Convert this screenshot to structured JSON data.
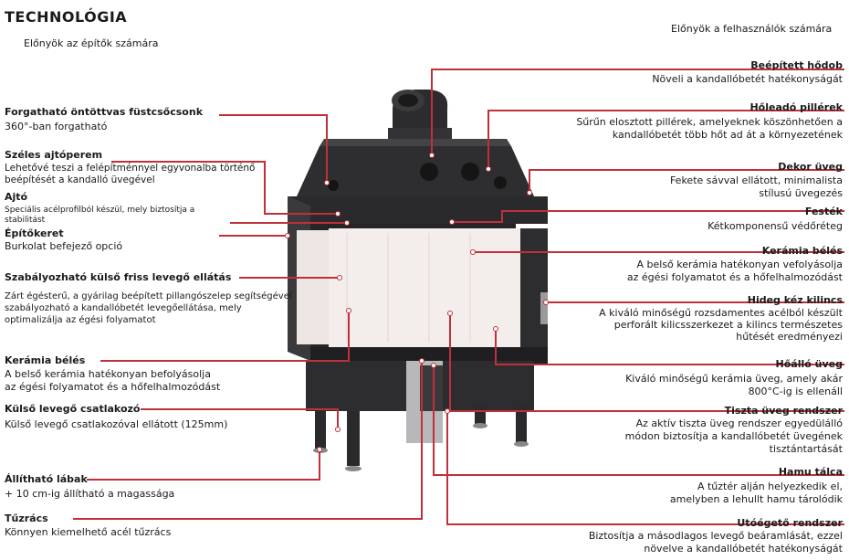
{
  "header": {
    "title": "TECHNOLÓGIA",
    "builders": "Előnyök az építők számára",
    "users": "Előnyök a felhasználók számára"
  },
  "left": [
    {
      "title": "Forgatható öntöttvas füstcsőcsonk",
      "desc": [
        "360°-ban forgatható"
      ]
    },
    {
      "title": "Széles ajtóperem",
      "desc": [
        "Lehetővé teszi a felépítménnyel egyvonalba történő",
        "beépítését a kandalló üvegével"
      ]
    },
    {
      "title": "Ajtó",
      "desc": [
        "Speciális acélprofilból készül, mely biztosítja a",
        "stabilitást"
      ]
    },
    {
      "title": "Építőkeret",
      "desc": [
        "Burkolat befejező opció"
      ]
    },
    {
      "title": "Szabályozható külső friss levegő ellátás",
      "desc": [
        "Zárt égésterű, a gyárilag beépített pillangószelep segítségével",
        "szabályozható a kandallóbetét levegőellátása, mely",
        "optimalizálja az égési folyamatot"
      ]
    },
    {
      "title": "Kerámia bélés",
      "desc": [
        "A belső kerámia hatékonyan befolyásolja",
        "az égési folyamatot és a hőfelhalmozódást"
      ]
    },
    {
      "title": "Külső levegő csatlakozó",
      "desc": [
        "Külső levegő csatlakozóval ellátott (125mm)"
      ]
    },
    {
      "title": "Állítható lábak",
      "desc": [
        "+ 10 cm-ig állítható a magassága"
      ]
    },
    {
      "title": "Tűzrács",
      "desc": [
        "Könnyen kiemelhető acél tűzrács"
      ]
    }
  ],
  "right": [
    {
      "title": "Beépített hődob",
      "desc": [
        "Növeli a kandallóbetét hatékonyságát"
      ]
    },
    {
      "title": "Hőleadó pillérek",
      "desc": [
        "Sűrűn elosztott pillérek, amelyeknek köszönhetően a",
        "kandallóbetét több hőt ad át a környezetének"
      ]
    },
    {
      "title": "Dekor üveg",
      "desc": [
        "Fekete sávval ellátott, minimalista",
        "stílusú üvegezés"
      ]
    },
    {
      "title": "Festék",
      "desc": [
        "Kétkomponensű védőréteg"
      ]
    },
    {
      "title": "Kerámia bélés",
      "desc": [
        "A belső kerámia hatékonyan vefolyásolja",
        "az égési folyamatot és a hőfelhalmozódást"
      ]
    },
    {
      "title": "Hideg kéz kilincs",
      "desc": [
        "A kiváló minőségű rozsdamentes acélból készült",
        "perforált kilicsszerkezet a kilincs természetes",
        "hűtését eredményezi"
      ]
    },
    {
      "title": "Hőálló üveg",
      "desc": [
        "Kiváló minőségű kerámia üveg, amely akár",
        "800°C-ig is ellenáll"
      ]
    },
    {
      "title": "Tiszta üveg rendszer",
      "desc": [
        "Az aktív tiszta üveg rendszer egyedülálló",
        "módon biztosítja a kandallóbetét üvegének",
        "tisztántartását"
      ]
    },
    {
      "title": "Hamu tálca",
      "desc": [
        "A tűztér alján helyezkedik el,",
        "amelyben a lehullt hamu tárolódik"
      ]
    },
    {
      "title": "Utóégető rendszer",
      "desc": [
        "Biztosítja a másodlagos levegő beáramlását, ezzel",
        "növelve a kandallóbetét hatékonyságát"
      ]
    }
  ],
  "colors": {
    "accent": "#c0303a",
    "body": "#2a2a2c",
    "glass": "#f3eeec"
  }
}
